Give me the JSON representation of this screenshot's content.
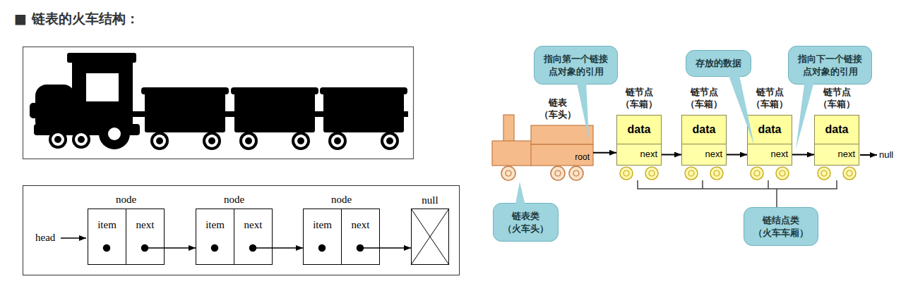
{
  "diagram": {
    "title": "■ 链表的火车结构：",
    "nodes": [
      {
        "text": [
          "node"
        ]
      },
      {
        "text": [
          "item"
        ],
        "in": 0
      },
      {
        "text": [
          "next"
        ],
        "in": 0
      },
      {
        "text": [
          "node"
        ]
      },
      {
        "text": [
          "item"
        ],
        "in": 3
      },
      {
        "text": [
          "next"
        ],
        "in": 3
      },
      {
        "text": [
          "node"
        ]
      },
      {
        "text": [
          "item"
        ],
        "in": 6
      },
      {
        "text": [
          "next"
        ],
        "in": 6
      },
      {
        "text": [
          "null"
        ]
      },
      {
        "text": [
          "指向第一个链接 点对象的引用"
        ]
      },
      {
        "text": [
          "存放的数据"
        ]
      },
      {
        "text": [
          "指向下一个链接 点对象的引用"
        ]
      },
      {
        "text": [
          "链表 （车头）",
          "root"
        ]
      },
      {
        "text": [
          "链节点 （车箱）"
        ]
      },
      {
        "text": [
          "data"
        ],
        "in": 14
      },
      {
        "text": [
          "next"
        ],
        "in": 14
      },
      {
        "text": [
          "链节点 （车箱）"
        ]
      },
      {
        "text": [
          "data"
        ],
        "in": 17
      },
      {
        "text": [
          "next"
        ],
        "in": 17
      },
      {
        "text": [
          "链节点 （车箱）"
        ]
      },
      {
        "text": [
          "data"
        ],
        "in": 20
      },
      {
        "text": [
          "next"
        ],
        "in": 20
      },
      {
        "text": [
          "链节点 （车箱）"
        ]
      },
      {
        "text": [
          "data"
        ],
        "in": 23
      },
      {
        "text": [
          "next"
        ],
        "in": 23
      },
      {
        "text": [
          "链表类 （火车头）"
        ]
      },
      {
        "text": [
          "链结点类 （火车车厢）"
        ]
      }
    ],
    "edges": [
      {
        "from": 2,
        "to": 3,
        "arrow": "to"
      },
      {
        "from": 5,
        "to": 6,
        "arrow": "to"
      },
      {
        "from": 8,
        "to": 9,
        "arrow": "to"
      },
      {
        "from": 13,
        "to": 14,
        "arrow": "to"
      },
      {
        "from": 16,
        "to": 17,
        "arrow": "to"
      },
      {
        "from": 19,
        "to": 20,
        "arrow": "to"
      },
      {
        "from": 22,
        "to": 23,
        "arrow": "to"
      }
    ],
    "labels": [
      "head",
      "null"
    ]
  }
}
